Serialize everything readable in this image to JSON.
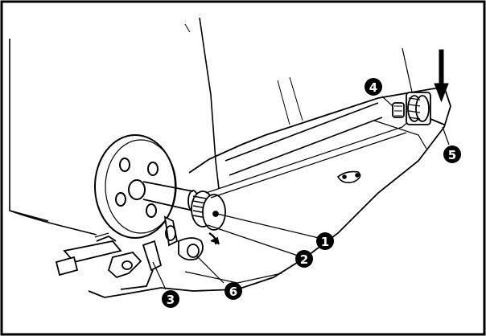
{
  "callouts": [
    {
      "id": "1",
      "label": "1"
    },
    {
      "id": "2",
      "label": "2"
    },
    {
      "id": "3",
      "label": "3"
    },
    {
      "id": "4",
      "label": "4"
    },
    {
      "id": "5",
      "label": "5"
    },
    {
      "id": "6",
      "label": "6"
    }
  ],
  "colors": {
    "ink": "#000000",
    "paper": "#ffffff"
  },
  "icons": {
    "direction_arrow": "down-arrow-icon"
  }
}
